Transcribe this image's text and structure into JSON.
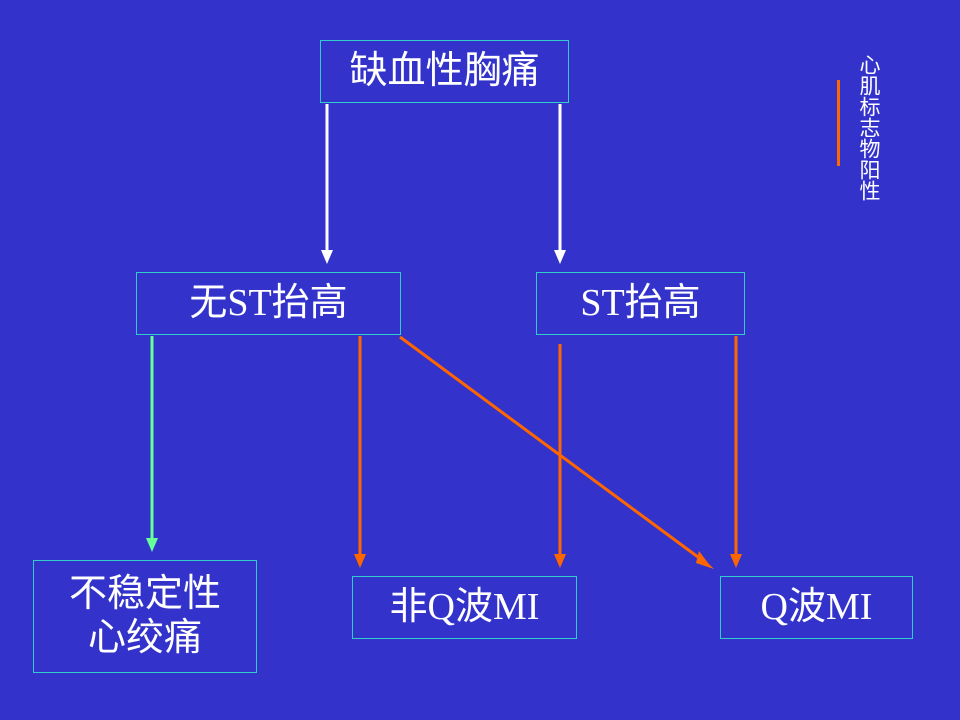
{
  "nodes": {
    "ischemic_chest_pain": "缺血性胸痛",
    "no_st_elevation": "无ST抬高",
    "st_elevation": "ST抬高",
    "unstable_angina_line1": "不稳定性",
    "unstable_angina_line2": "心绞痛",
    "non_q_wave_mi": "非Q波MI",
    "q_wave_mi": "Q波MI"
  },
  "legend": {
    "label": "心肌标志物阳性",
    "color": "#ff6600"
  },
  "colors": {
    "background": "#3333cc",
    "box_border": "#33cccc",
    "arrow_white": "#ffffff",
    "arrow_green": "#66ff99",
    "arrow_orange": "#ff6600"
  }
}
